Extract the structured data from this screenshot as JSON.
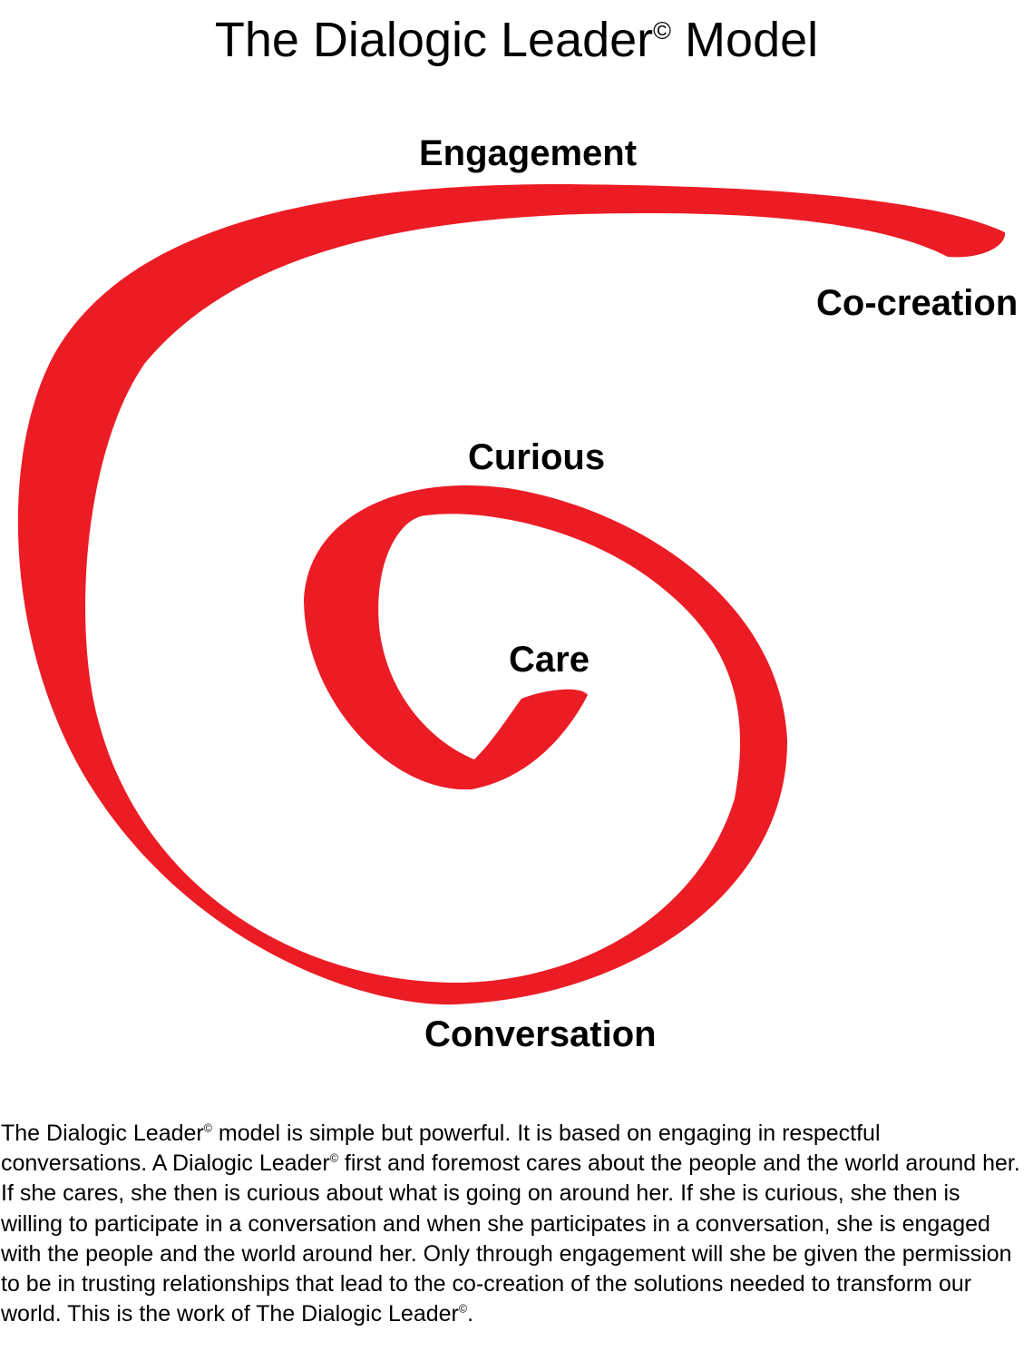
{
  "title": {
    "text": "The Dialogic Leader",
    "mark": "©",
    "suffix": " Model"
  },
  "stages": {
    "engagement": "Engagement",
    "cocreation": "Co-creation",
    "curious": "Curious",
    "care": "Care",
    "conversation": "Conversation"
  },
  "colors": {
    "spiral": "#ec1c24",
    "text": "#000000",
    "background": "#ffffff"
  },
  "description": {
    "p1": "The Dialogic Leader",
    "mark1": "©",
    "p2": " model is simple but powerful. It is based on engaging in respectful conversations. A Dialogic Leader",
    "mark2": "©",
    "p3": " first and foremost cares about the people and the world around her. If she cares, she then is curious about what is going on around her. If she is curious, she then is willing to participate in a conversation and when she participates in a conversation, she is engaged with the people and the world around her. Only through engagement will she be given the permission to be in trusting relationships that lead to the co-creation of the solutions needed to transform our world. This is the work of The Dialogic Leader",
    "mark3": "©",
    "p4": "."
  }
}
